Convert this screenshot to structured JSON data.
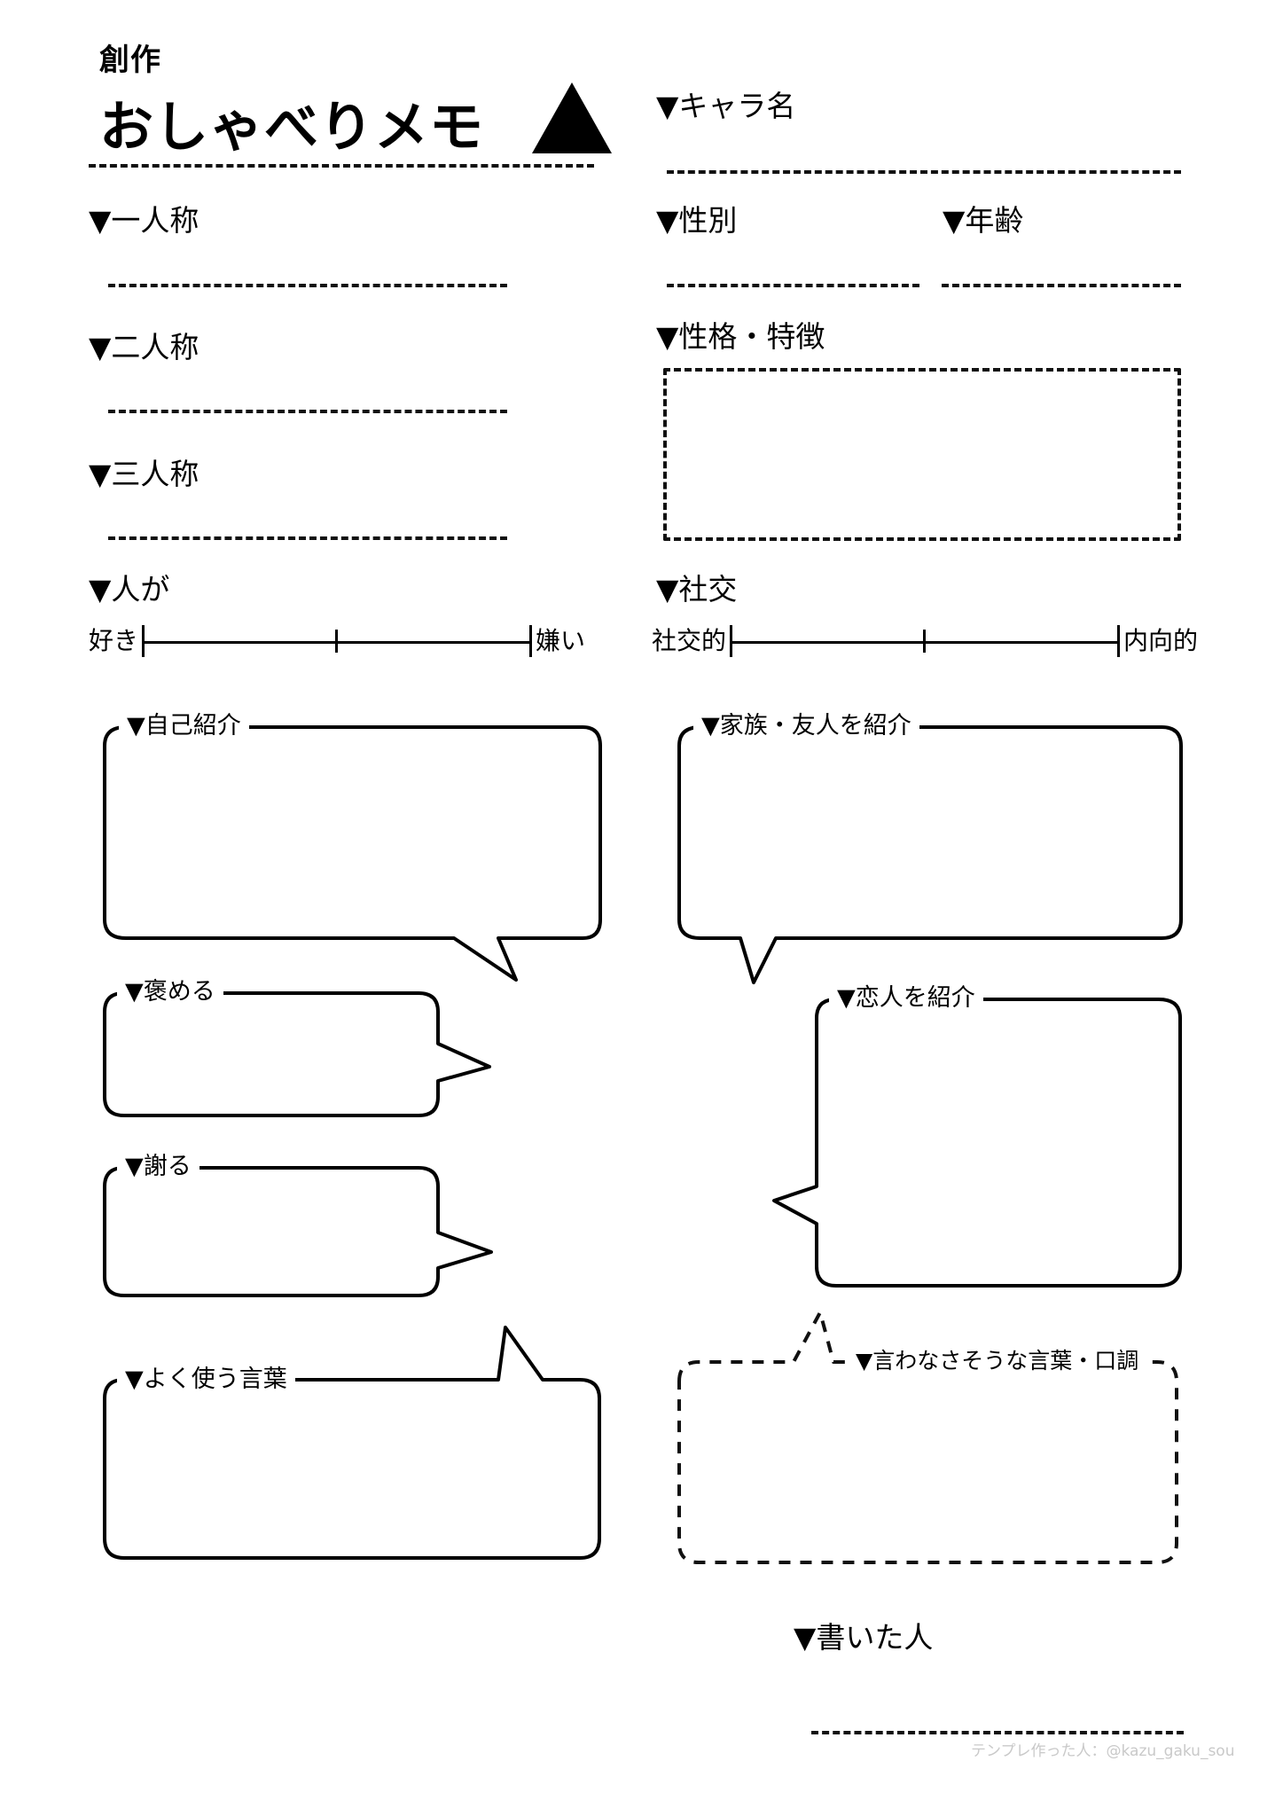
{
  "header": {
    "title_small": "創作",
    "title_main": "おしゃべりメモ",
    "triangle_icon": "triangle-up"
  },
  "marker": "▼",
  "left_column": {
    "fields": [
      {
        "label": "▼一人称"
      },
      {
        "label": "▼二人称"
      },
      {
        "label": "▼三人称"
      }
    ],
    "scale": {
      "heading": "▼人が",
      "left_label": "好き",
      "right_label": "嫌い"
    },
    "bubbles": [
      {
        "label": "▼自己紹介"
      },
      {
        "label": "▼褒める"
      },
      {
        "label": "▼謝る"
      },
      {
        "label": "▼よく使う言葉"
      }
    ]
  },
  "right_column": {
    "name_field": {
      "label": "▼キャラ名"
    },
    "gender_field": {
      "label": "▼性別"
    },
    "age_field": {
      "label": "▼年齢"
    },
    "personality": {
      "label": "▼性格・特徴"
    },
    "scale": {
      "heading": "▼社交",
      "left_label": "社交的",
      "right_label": "内向的"
    },
    "bubbles": [
      {
        "label": "▼家族・友人を紹介"
      },
      {
        "label": "▼恋人を紹介"
      }
    ],
    "dashed_bubble": {
      "label": "▼言わなさそうな言葉・口調"
    }
  },
  "footer": {
    "author_label": "▼書いた人",
    "credit": "テンプレ作った人：@kazu_gaku_sou"
  }
}
